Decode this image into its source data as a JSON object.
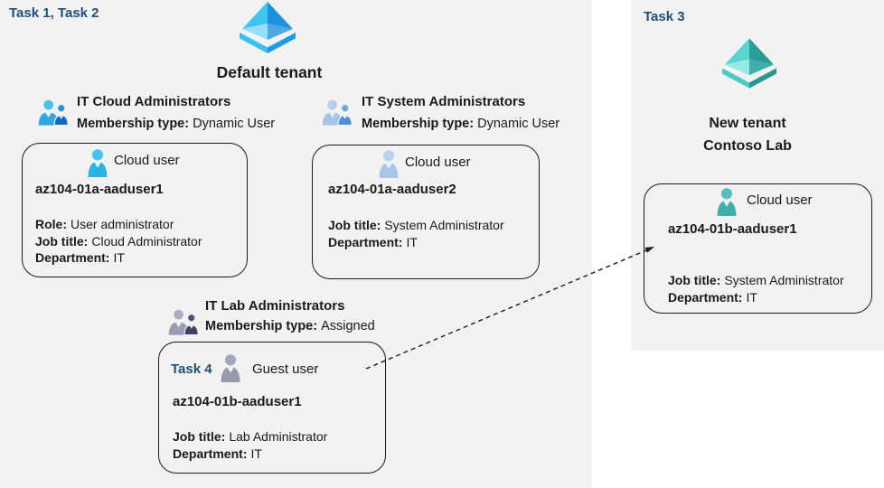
{
  "colors": {
    "panel_background": "#f2f2f2",
    "task_label_blue": "#1f4e79",
    "text": "#1a1a1a",
    "tenant_icon_blue": [
      "#3ec6f2",
      "#1c92dc",
      "#96dff8",
      "#4ba7e6",
      "#35c1f1",
      "#1e9be2"
    ],
    "tenant_icon_teal": [
      "#57d5ce",
      "#2a9d96",
      "#97e8e3",
      "#3db0a9",
      "#49ccc5",
      "#289790"
    ],
    "cloud_user_icon_cyan": "#2cb3e6",
    "cloud_user_icon_steel": "#a8c6e8",
    "guest_user_icon_gray": "#9599ab",
    "cloud_user_icon_teal": "#41b0ac"
  },
  "left_panel": {
    "task_label": "Task 1, Task 2",
    "tenant_name": "Default tenant",
    "tenant_icon": "azure-ad-tenant-icon",
    "groups": [
      {
        "icon": "group-icon",
        "title": "IT Cloud Administrators",
        "membership_label": "Membership type:",
        "membership_value": "Dynamic User"
      },
      {
        "icon": "group-icon",
        "title": "IT System Administrators",
        "membership_label": "Membership type:",
        "membership_value": "Dynamic User"
      },
      {
        "icon": "group-icon",
        "title": "IT Lab Administrators",
        "membership_label": "Membership type:",
        "membership_value": "Assigned"
      }
    ],
    "cards": [
      {
        "icon": "cloud-user-icon",
        "user_type": "Cloud user",
        "name": "az104-01a-aaduser1",
        "fields": [
          [
            "Role:",
            "User administrator"
          ],
          [
            "Job title:",
            "Cloud Administrator"
          ],
          [
            "Department:",
            "IT"
          ]
        ]
      },
      {
        "icon": "cloud-user-icon",
        "user_type": "Cloud user",
        "name": "az104-01a-aaduser2",
        "fields": [
          [
            "Job title:",
            "System Administrator"
          ],
          [
            "Department:",
            "IT"
          ]
        ]
      },
      {
        "task_label": "Task 4",
        "icon": "guest-user-icon",
        "user_type": "Guest user",
        "name": "az104-01b-aaduser1",
        "fields": [
          [
            "Job title:",
            "Lab Administrator"
          ],
          [
            "Department:",
            "IT"
          ]
        ]
      }
    ]
  },
  "right_panel": {
    "task_label": "Task 3",
    "tenant_icon": "azure-ad-tenant-icon",
    "tenant_name_line1": "New  tenant",
    "tenant_name_line2": "Contoso Lab",
    "card": {
      "icon": "cloud-user-icon",
      "user_type": "Cloud user",
      "name": "az104-01b-aaduser1",
      "fields": [
        [
          "Job title:",
          "System Administrator"
        ],
        [
          "Department:",
          "IT"
        ]
      ]
    }
  },
  "arrow": {
    "style": "dashed",
    "from": "guest-user-card",
    "to": "new-tenant-user-card"
  }
}
